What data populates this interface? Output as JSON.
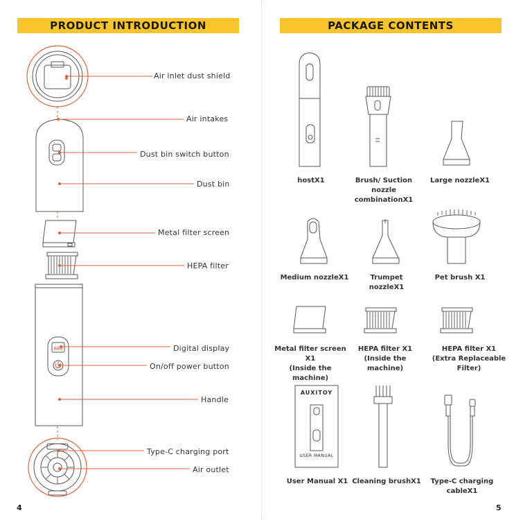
{
  "left": {
    "title": "PRODUCT INTRODUCTION",
    "labels": {
      "air_inlet_dust_shield": "Air inlet dust shield",
      "air_intakes": "Air intakes",
      "dust_bin_switch": "Dust bin switch button",
      "dust_bin": "Dust bin",
      "metal_filter": "Metal filter screen",
      "hepa_filter": "HEPA filter",
      "digital_display": "Digital display",
      "power_button": "On/off power button",
      "handle": "Handle",
      "typec_port": "Type-C charging port",
      "air_outlet": "Air outlet"
    },
    "page_number": "4"
  },
  "right": {
    "title": "PACKAGE CONTENTS",
    "items": {
      "host": "hostX1",
      "brush_nozzle_1": "Brush/ Suction nozzle",
      "brush_nozzle_2": "combinationX1",
      "large_nozzle": "Large nozzleX1",
      "medium_nozzle": "Medium nozzleX1",
      "trumpet_nozzle": "Trumpet nozzleX1",
      "pet_brush": "Pet brush X1",
      "metal_filter_1": "Metal filter screen X1",
      "metal_filter_2": "(Inside the machine)",
      "hepa_inside_1": "HEPA filter X1",
      "hepa_inside_2": "(Inside the machine)",
      "hepa_extra_1": "HEPA filter X1",
      "hepa_extra_2": "(Extra Replaceable Filter)",
      "manual": "User Manual X1",
      "cleaning_brush": "Cleaning brushX1",
      "cable_1": "Type-C charging",
      "cable_2": "cableX1"
    },
    "manual_brand": "AUXITOY",
    "manual_cover_text": "USER MANUAL",
    "page_number": "5"
  },
  "colors": {
    "banner": "#f8c42c",
    "accent_line": "#e0603a"
  }
}
